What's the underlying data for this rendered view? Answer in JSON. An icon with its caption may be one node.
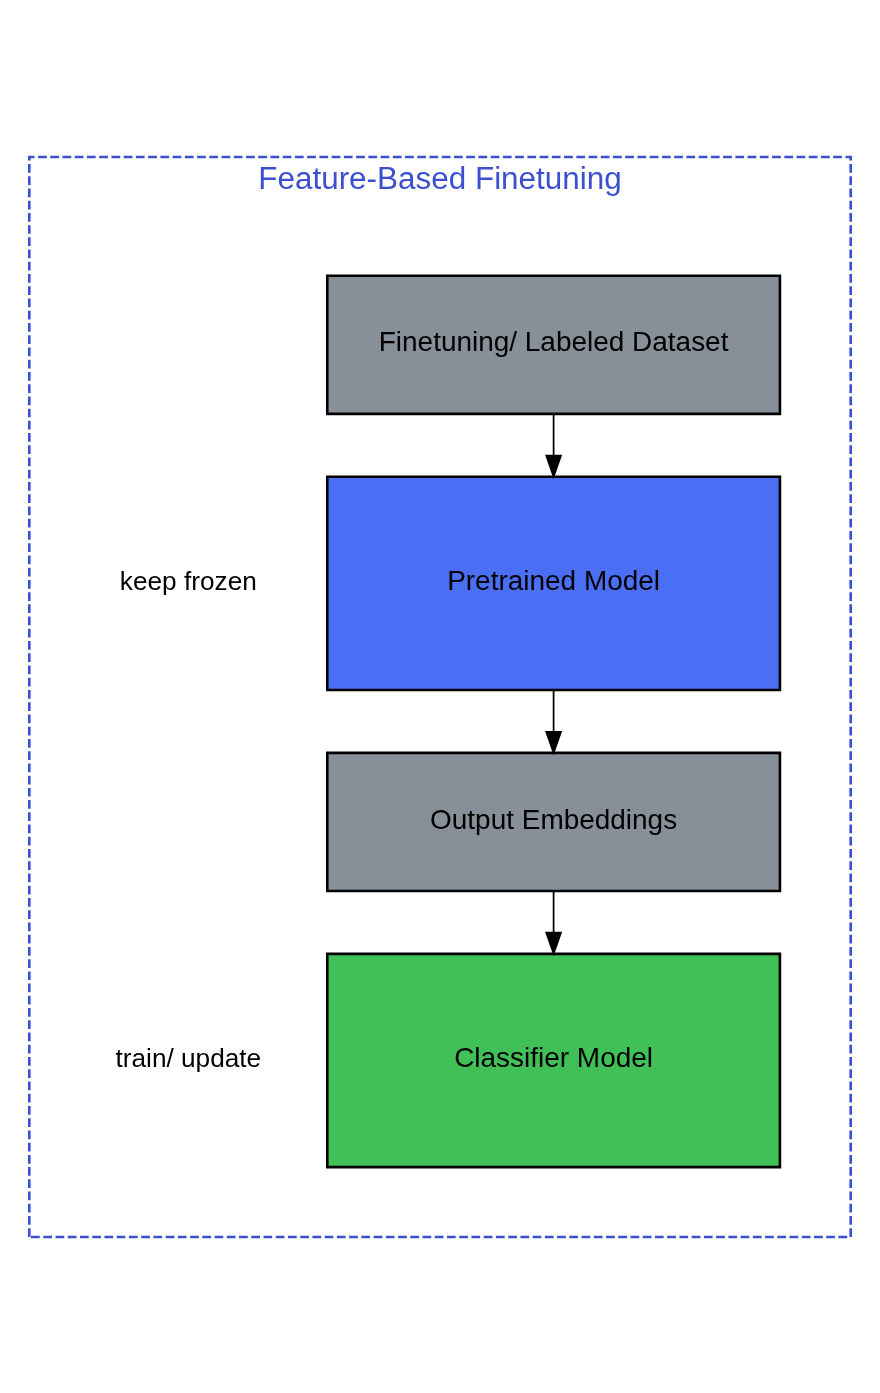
{
  "diagram": {
    "nodes": [
      {
        "text": [
          "Feature-Based Finetuning"
        ]
      },
      {
        "text": [
          "Finetuning/ Labeled Dataset"
        ],
        "in": 0
      },
      {
        "text": [
          "Pretrained Model"
        ],
        "in": 0,
        "beside": [
          "keep frozen"
        ]
      },
      {
        "text": [
          "Output Embeddings"
        ],
        "in": 0
      },
      {
        "text": [
          "Classifier Model"
        ],
        "in": 0,
        "beside": [
          "train/ update"
        ]
      }
    ],
    "edges": [
      {
        "from": 1,
        "to": 2,
        "arrow": "to"
      },
      {
        "from": 2,
        "to": 3,
        "arrow": "to"
      },
      {
        "from": 3,
        "to": 4,
        "arrow": "to"
      }
    ]
  }
}
